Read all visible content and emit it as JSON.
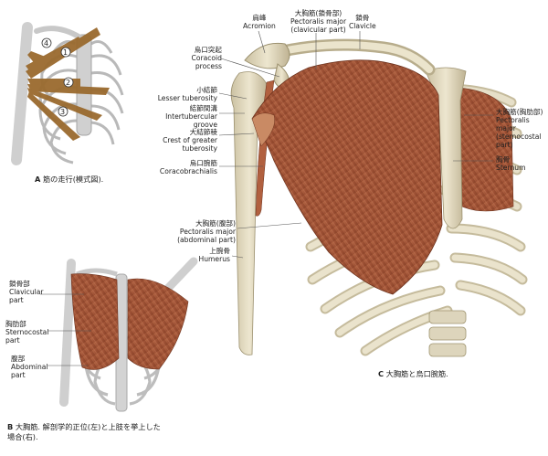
{
  "panelA": {
    "numbers": [
      "1",
      "2",
      "3",
      "4"
    ],
    "caption_letter": "A",
    "caption": "筋の走行(模式図)."
  },
  "panelB": {
    "labels": [
      {
        "jp": "鎖骨部",
        "en1": "Clavicular",
        "en2": "part"
      },
      {
        "jp": "胸肋部",
        "en1": "Sternocostal",
        "en2": "part"
      },
      {
        "jp": "腹部",
        "en1": "Abdominal",
        "en2": "part"
      }
    ],
    "caption_letter": "B",
    "caption_line1": "大胸筋. 解剖学的正位(左)と上肢を挙上した",
    "caption_line2": "場合(右)."
  },
  "panelC": {
    "labels": {
      "acromion": {
        "jp": "肩峰",
        "en1": "Acromion"
      },
      "pect_clav": {
        "jp": "大胸筋(鎖骨部)",
        "en1": "Pectoralis major",
        "en2": "(clavicular part)"
      },
      "clavicle": {
        "jp": "鎖骨",
        "en1": "Clavicle"
      },
      "coracoid": {
        "jp": "烏口突起",
        "en1": "Coracoid",
        "en2": "process"
      },
      "lesser": {
        "jp": "小結節",
        "en1": "Lesser tuberosity"
      },
      "intertub": {
        "jp": "結節間溝",
        "en1": "Intertubercular",
        "en2": "groove"
      },
      "crest": {
        "jp": "大結節稜",
        "en1": "Crest of greater",
        "en2": "tuberosity"
      },
      "coracobrach": {
        "jp": "烏口腕筋",
        "en1": "Coracobrachialis"
      },
      "pect_abd": {
        "jp": "大胸筋(腹部)",
        "en1": "Pectoralis major",
        "en2": "(abdominal part)"
      },
      "humerus": {
        "jp": "上腕骨",
        "en1": "Humerus"
      },
      "pect_stern": {
        "jp": "大胸筋(胸肋部)",
        "en1": "Pectoralis",
        "en2": "major",
        "en3": "(sternocostal",
        "en4": "part)"
      },
      "sternum": {
        "jp": "胸骨",
        "en1": "Sternum"
      }
    },
    "caption_letter": "C",
    "caption": "大胸筋と烏口腕筋."
  },
  "colors": {
    "muscle": "#a2583a",
    "muscle_dark": "#7a3b24",
    "bone": "#e3dcc3",
    "bone_shade": "#b9ad8c",
    "line": "#555555"
  }
}
